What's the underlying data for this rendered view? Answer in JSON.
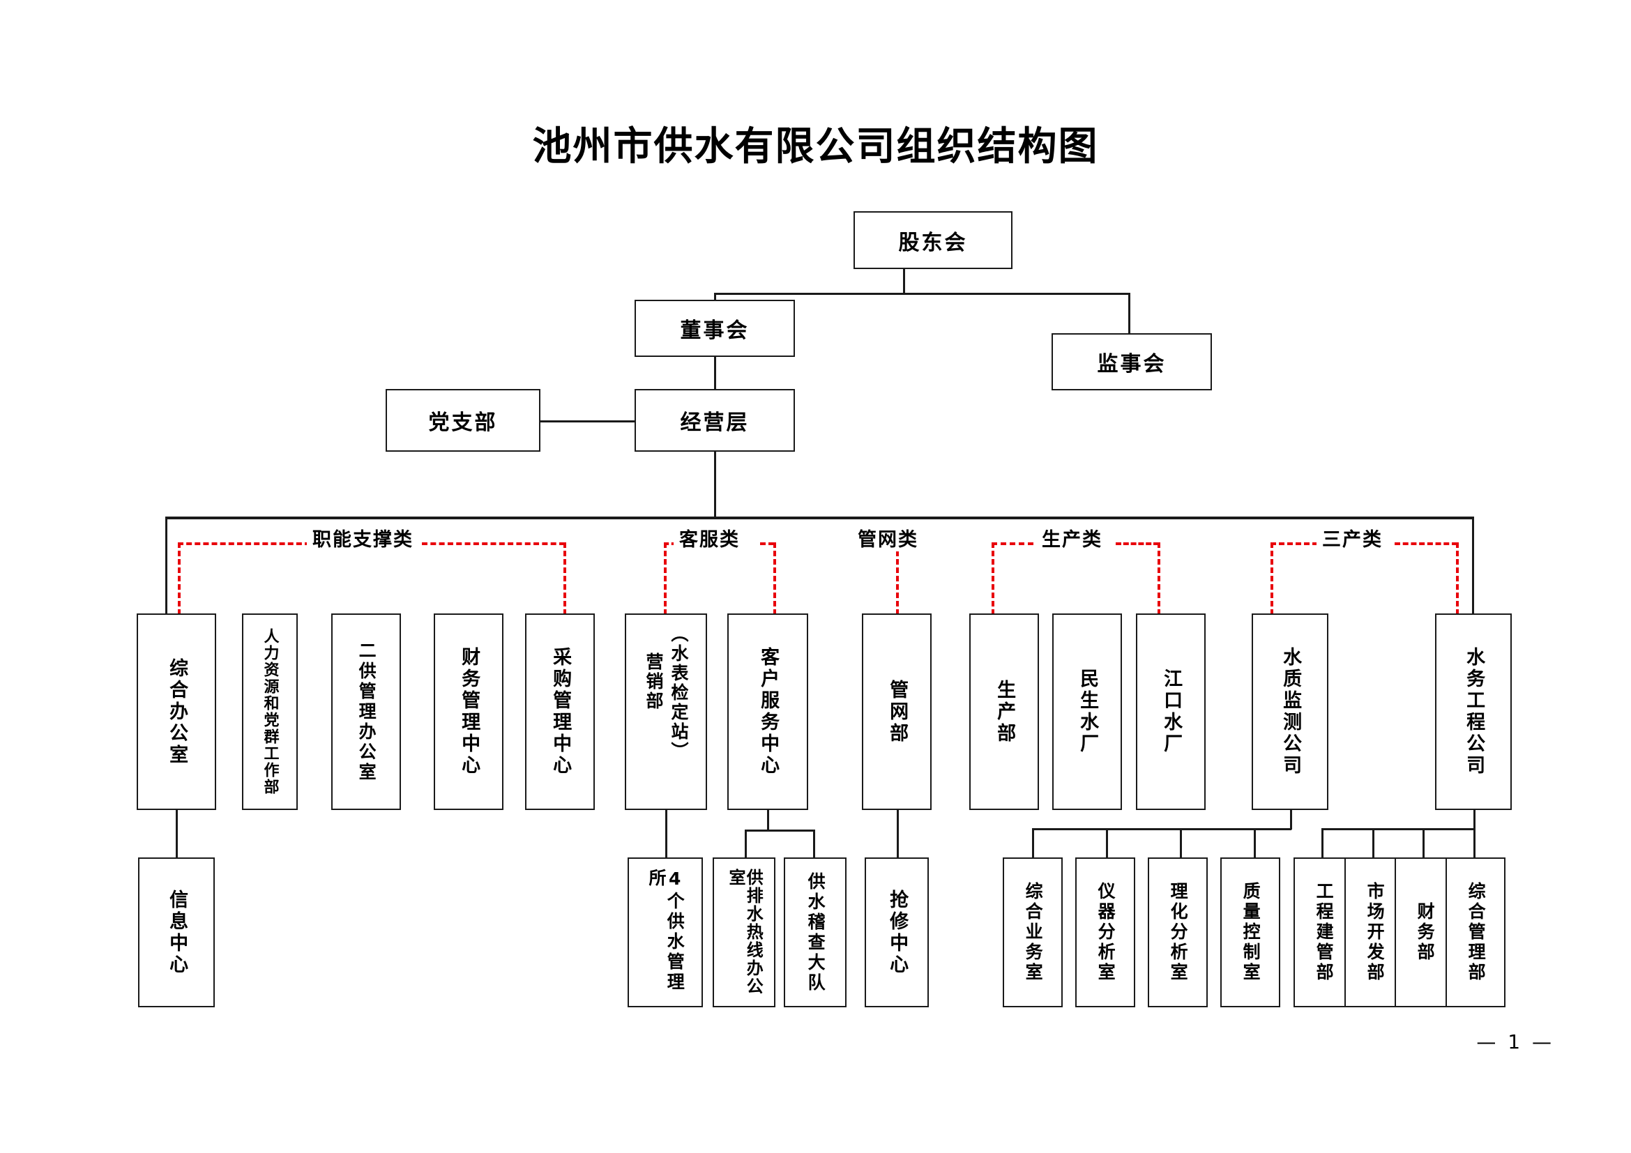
{
  "document": {
    "title": "池州市供水有限公司组织结构图",
    "footer": "— 1 —",
    "colors": {
      "line": "#1a1a1a",
      "category_frame": "#e8000b",
      "background": "#ffffff"
    }
  },
  "chart_data": {
    "type": "diagram",
    "title": "池州市供水有限公司组织结构图",
    "levels": {
      "governance": [
        "股东会",
        "董事会",
        "监事会",
        "经营层",
        "党支部"
      ],
      "categories": [
        "职能支撑类",
        "客服类",
        "管网类",
        "生产类",
        "三产类"
      ]
    }
  },
  "nodes": {
    "shareholders": "股东会",
    "board": "董事会",
    "supervisors": "监事会",
    "management": "经营层",
    "party_branch": "党支部"
  },
  "categories": [
    {
      "id": "functional-support",
      "label": "职能支撑类"
    },
    {
      "id": "customer-service",
      "label": "客服类"
    },
    {
      "id": "pipe-network",
      "label": "管网类"
    },
    {
      "id": "production",
      "label": "生产类"
    },
    {
      "id": "tertiary-industry",
      "label": "三产类"
    }
  ],
  "departments": [
    {
      "id": "general-office",
      "label": "综合办公室"
    },
    {
      "id": "hr-party",
      "label": "人力资源和党群工作部"
    },
    {
      "id": "secondary-supply-office",
      "label": "二供管理办公室"
    },
    {
      "id": "finance-center",
      "label": "财务管理中心"
    },
    {
      "id": "procurement-center",
      "label": "采购管理中心"
    },
    {
      "id": "marketing-dept",
      "label_main": "（水表检定站）",
      "label_sub": "营销部"
    },
    {
      "id": "customer-service-center",
      "label": "客户服务中心"
    },
    {
      "id": "pipe-network-dept",
      "label": "管网部"
    },
    {
      "id": "production-dept",
      "label": "生产部"
    },
    {
      "id": "minsheng-plant",
      "label": "民生水厂"
    },
    {
      "id": "jiangkou-plant",
      "label": "江口水厂"
    },
    {
      "id": "water-quality-co",
      "label": "水质监测公司"
    },
    {
      "id": "water-engineering-co",
      "label": "水务工程公司"
    }
  ],
  "sub_departments": [
    {
      "id": "info-center",
      "label": "信息中心",
      "parent": "general-office"
    },
    {
      "id": "four-supply-stations",
      "label": "4个供水管理所",
      "parent": "marketing-dept"
    },
    {
      "id": "hotline-office",
      "label": "供排水热线办公室",
      "parent": "customer-service-center"
    },
    {
      "id": "inspection-brigade",
      "label": "供水稽查大队",
      "parent": "customer-service-center"
    },
    {
      "id": "repair-center",
      "label": "抢修中心",
      "parent": "pipe-network-dept"
    },
    {
      "id": "comprehensive-business-office",
      "label": "综合业务室",
      "parent": "water-quality-co"
    },
    {
      "id": "instrument-analysis-room",
      "label": "仪器分析室",
      "parent": "water-quality-co"
    },
    {
      "id": "physchem-analysis-room",
      "label": "理化分析室",
      "parent": "water-quality-co"
    },
    {
      "id": "quality-control-room",
      "label": "质量控制室",
      "parent": "water-quality-co"
    },
    {
      "id": "engineering-construction-dept",
      "label": "工程建管部",
      "parent": "water-engineering-co"
    },
    {
      "id": "market-development-dept",
      "label": "市场开发部",
      "parent": "water-engineering-co"
    },
    {
      "id": "finance-dept",
      "label": "财务部",
      "parent": "water-engineering-co"
    },
    {
      "id": "comprehensive-management-dept",
      "label": "综合管理部",
      "parent": "water-engineering-co"
    }
  ]
}
